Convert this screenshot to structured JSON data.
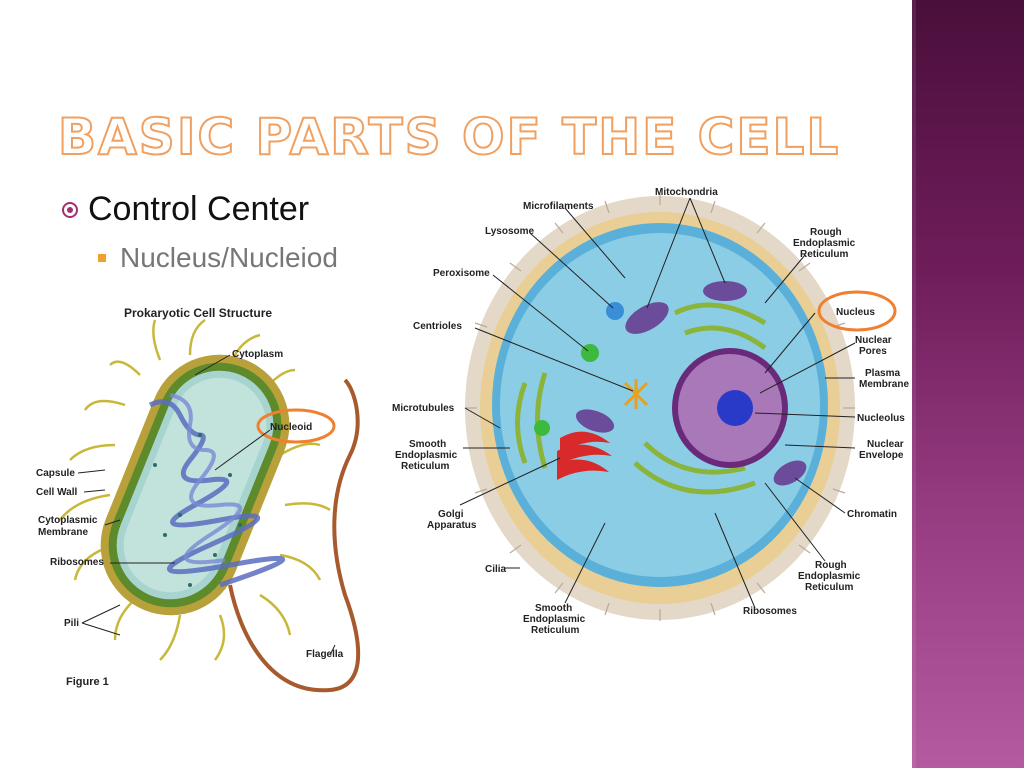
{
  "slide": {
    "title": "BASIC PARTS OF THE CELL",
    "bullet_main": "Control Center",
    "bullet_sub": "Nucleus/Nucleiod"
  },
  "prokaryote": {
    "heading": "Prokaryotic Cell Structure",
    "figure": "Figure 1",
    "labels": {
      "cytoplasm": "Cytoplasm",
      "nucleoid": "Nucleoid",
      "capsule": "Capsule",
      "cell_wall": "Cell Wall",
      "cyto_membrane_1": "Cytoplasmic",
      "cyto_membrane_2": "Membrane",
      "ribosomes": "Ribosomes",
      "pili": "Pili",
      "flagella": "Flagella"
    }
  },
  "eukaryote": {
    "labels": {
      "mitochondria": "Mitochondria",
      "microfilaments": "Microfilaments",
      "lysosome": "Lysosome",
      "rough_er_top_1": "Rough",
      "rough_er_top_2": "Endoplasmic",
      "rough_er_top_3": "Reticulum",
      "peroxisome": "Peroxisome",
      "nucleus": "Nucleus",
      "centrioles": "Centrioles",
      "nuclear_pores_1": "Nuclear",
      "nuclear_pores_2": "Pores",
      "plasma_membrane_1": "Plasma",
      "plasma_membrane_2": "Membrane",
      "microtubules": "Microtubules",
      "nucleolus": "Nucleolus",
      "smooth_er_left_1": "Smooth",
      "smooth_er_left_2": "Endoplasmic",
      "smooth_er_left_3": "Reticulum",
      "nuclear_envelope_1": "Nuclear",
      "nuclear_envelope_2": "Envelope",
      "golgi_1": "Golgi",
      "golgi_2": "Apparatus",
      "chromatin": "Chromatin",
      "cilia": "Cilia",
      "rough_er_bottom_1": "Rough",
      "rough_er_bottom_2": "Endoplasmic",
      "rough_er_bottom_3": "Reticulum",
      "smooth_er_bottom_1": "Smooth",
      "smooth_er_bottom_2": "Endoplasmic",
      "smooth_er_bottom_3": "Reticulum",
      "ribosomes": "Ribosomes"
    }
  },
  "colors": {
    "accent_plum": "#6f1d5a",
    "title_orange": "#f0a060",
    "highlight_orange": "#f08030"
  }
}
